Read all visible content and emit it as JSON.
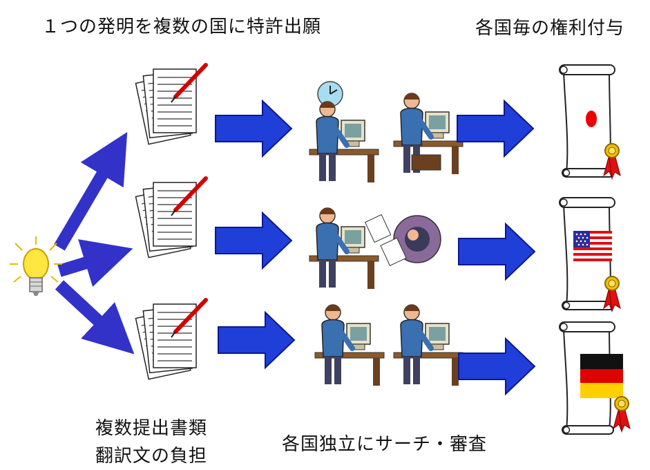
{
  "titles": {
    "left": "１つの発明を複数の国に特許出願",
    "right": "各国毎の権利付与"
  },
  "captions": {
    "documents_line1": "複数提出書類",
    "documents_line2": "翻訳文の負担",
    "search": "各国独立にサーチ・審査"
  },
  "colors": {
    "arrow_blue": "#1f3fd8",
    "arrow_purple": "#3232c8",
    "arrow_outline": "#0c1890",
    "japan_red": "#ee0000",
    "ribbon_red": "#e01010",
    "seal_gold": "#f0c000",
    "bulb_yellow": "#ffe640"
  },
  "icons": {
    "idea": "lightbulb-icon",
    "documents": "patent-documents-icon",
    "examiner": "examiner-person-icon",
    "certificate": "certificate-scroll-icon",
    "flags": [
      "japan-flag-icon",
      "usa-flag-icon",
      "germany-flag-icon"
    ]
  }
}
